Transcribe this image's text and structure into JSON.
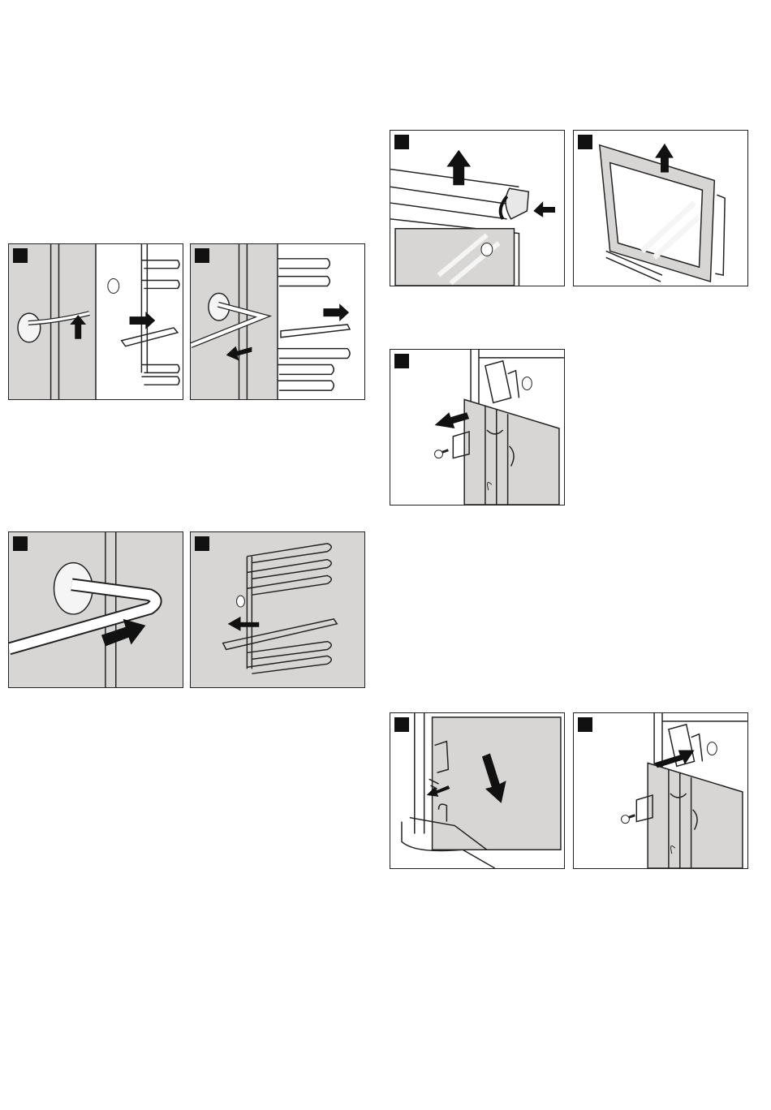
{
  "manual_page": {
    "figures": [
      {
        "id": "fig-rail-unhook-1"
      },
      {
        "id": "fig-rail-unhook-2"
      },
      {
        "id": "fig-rail-hook-1"
      },
      {
        "id": "fig-rail-hook-2"
      },
      {
        "id": "fig-door-trim-lift"
      },
      {
        "id": "fig-door-glass-lift"
      },
      {
        "id": "fig-side-panel-remove"
      },
      {
        "id": "fig-side-panel-insert"
      },
      {
        "id": "fig-side-panel-screw"
      }
    ]
  },
  "colors": {
    "panel_fill": "#d8d6d4",
    "line": "#1a1a1a",
    "arrow": "#111111",
    "marker": "#111111"
  }
}
